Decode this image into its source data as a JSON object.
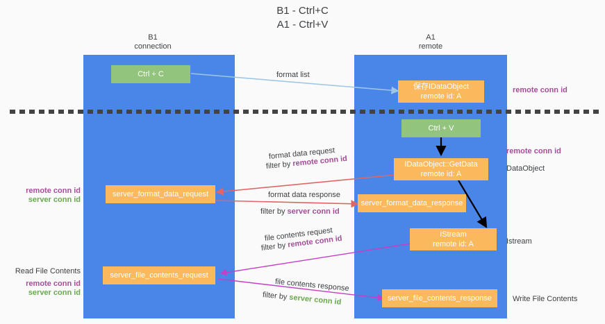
{
  "title": {
    "line1": "B1 - Ctrl+C",
    "line2": "A1 - Ctrl+V"
  },
  "columns": [
    {
      "name": "B1",
      "sub": "connection"
    },
    {
      "name": "A1",
      "sub": "remote"
    }
  ],
  "boxes": {
    "ctrl_c": "Ctrl + C",
    "idataobject_top_l1": "保存IDataObject",
    "idataobject_top_l2": "remote id: A",
    "ctrl_v": "Ctrl + V",
    "getdata_l1": "IDataObject::GetData",
    "getdata_l2": "remote id: A",
    "server_format_data_request": "server_format_data_request",
    "server_format_data_response": "server_format_data_response",
    "istream_l1": "IStream",
    "istream_l2": "remote id: A",
    "server_file_contents_request": "server_file_contents_request",
    "server_file_contents_response": "server_file_contents_response"
  },
  "edge_labels": {
    "format_list": "format list",
    "format_data_request": "format data request",
    "format_data_request_filter_prefix": "filter by ",
    "format_data_request_filter_key": "remote conn id",
    "format_data_response": "format data response",
    "format_data_response_filter_prefix": "filter by ",
    "format_data_response_filter_key": "server conn id",
    "file_contents_request": "file contents request",
    "file_contents_request_filter_prefix": "filter by ",
    "file_contents_request_filter_key": "remote conn id",
    "file_contents_response": "file contents response",
    "file_contents_response_filter_prefix": "filter by ",
    "file_contents_response_filter_key": "server conn id"
  },
  "side_labels": {
    "right_remote_conn_id_top": "remote conn id",
    "right_remote_conn_id_mid": "remote conn id",
    "right_dataobject": "DataObject",
    "right_istream": "Istream",
    "right_write_file_contents": "Write File Contents",
    "left_remote_conn_id_mid": "remote conn id",
    "left_server_conn_id_mid": "server conn id",
    "left_read_file_contents": "Read File Contents",
    "left_remote_conn_id_bottom": "remote conn id",
    "left_server_conn_id_bottom": "server conn id"
  },
  "colors": {
    "column_blue": "#4a86e8",
    "box_green": "#93c47d",
    "box_orange": "#f9b95c",
    "accent_purple": "#a64d9a",
    "accent_green": "#6aa84f",
    "arrow_red": "#e06666",
    "arrow_magenta": "#c43fc4",
    "arrow_blue": "#9fc5e8",
    "arrow_black": "#000000",
    "divider": "#434343",
    "background": "#fafafa"
  }
}
